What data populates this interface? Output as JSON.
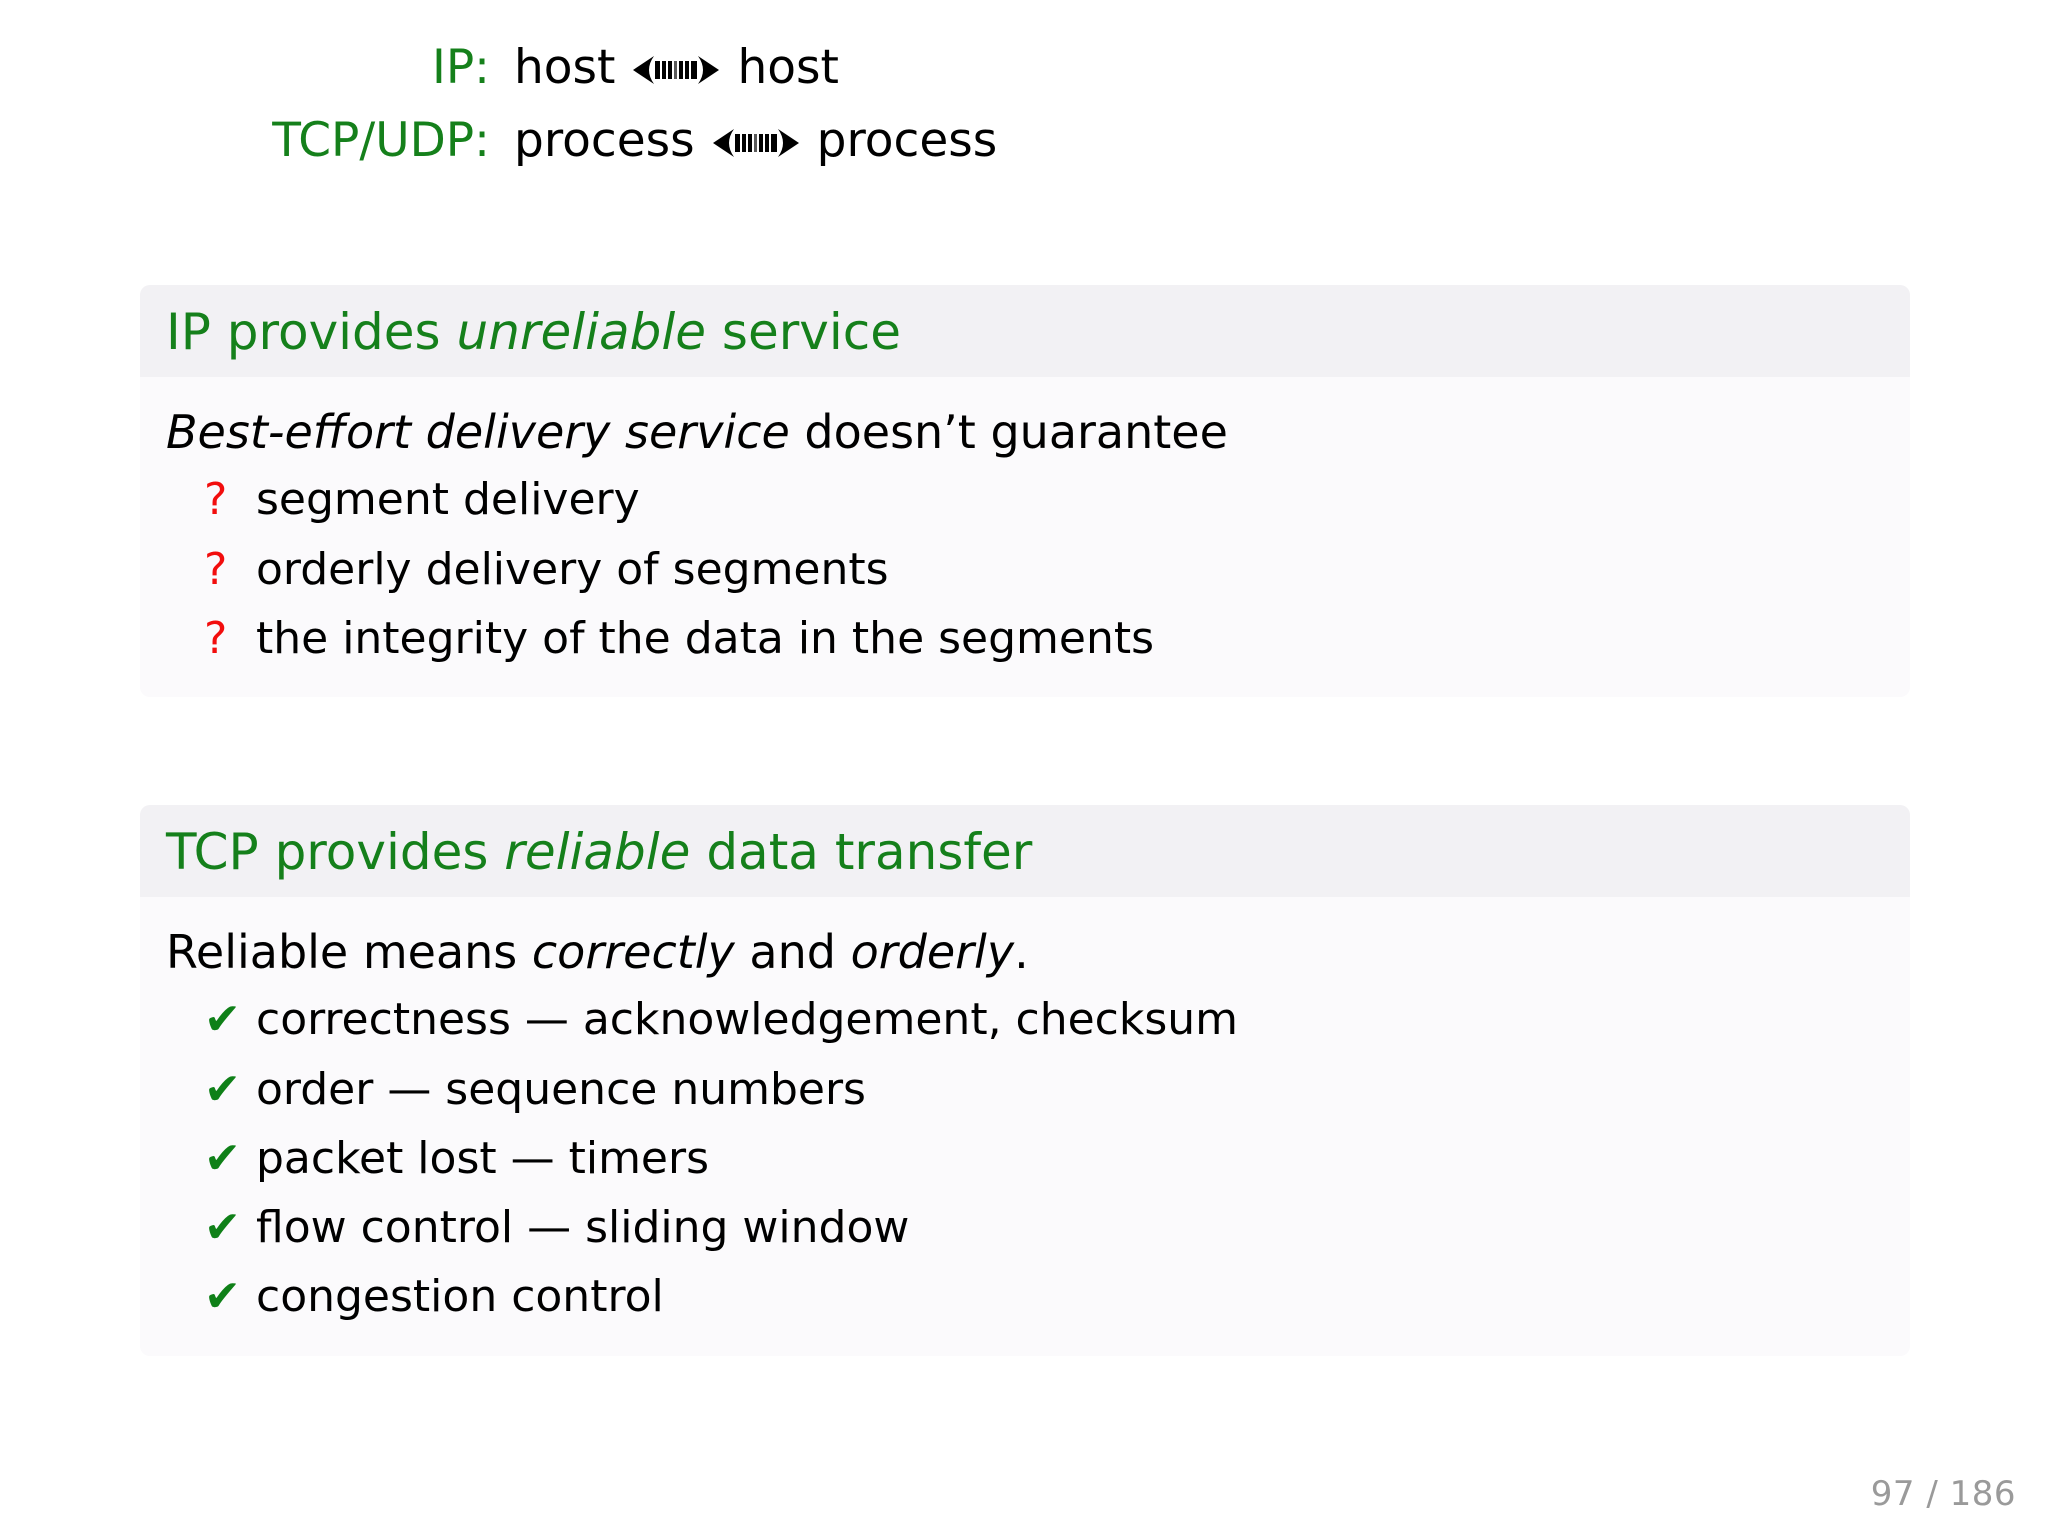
{
  "slide": {
    "definitions": [
      {
        "label": "IP:",
        "left": "host",
        "arrow": "double-headed-hatched-arrow",
        "right": "host"
      },
      {
        "label": "TCP/UDP:",
        "left": "process",
        "arrow": "double-headed-hatched-arrow",
        "right": "process"
      }
    ],
    "blocks": [
      {
        "title_prefix": "IP provides ",
        "title_emph": "unreliable",
        "title_suffix": " service",
        "lead_emph": "Best-effort delivery service",
        "lead_rest": " doesn’t guarantee",
        "bullet_marker": "?",
        "bullet_marker_name": "question-mark-bullet",
        "bullets": [
          "segment delivery",
          "orderly delivery of segments",
          "the integrity of the data in the segments"
        ]
      },
      {
        "title_prefix": "TCP provides ",
        "title_emph": "reliable",
        "title_suffix": " data transfer",
        "lead_pre": "Reliable means ",
        "lead_emph1": "correctly",
        "lead_mid": " and ",
        "lead_emph2": "orderly",
        "lead_post": ".",
        "bullet_marker": "✔",
        "bullet_marker_name": "check-mark-bullet",
        "bullets": [
          "correctness — acknowledgement, checksum",
          "order — sequence numbers",
          "packet lost — timers",
          "flow control — sliding window",
          "congestion control"
        ]
      }
    ],
    "page_number": "97 / 186",
    "colors": {
      "accent_green": "#15801b",
      "bullet_red": "#f20d0d",
      "bullet_green": "#0f8018",
      "block_title_bg": "#f2f1f4",
      "block_body_bg": "#fbfafc",
      "page_number": "#9a9a9a"
    }
  }
}
